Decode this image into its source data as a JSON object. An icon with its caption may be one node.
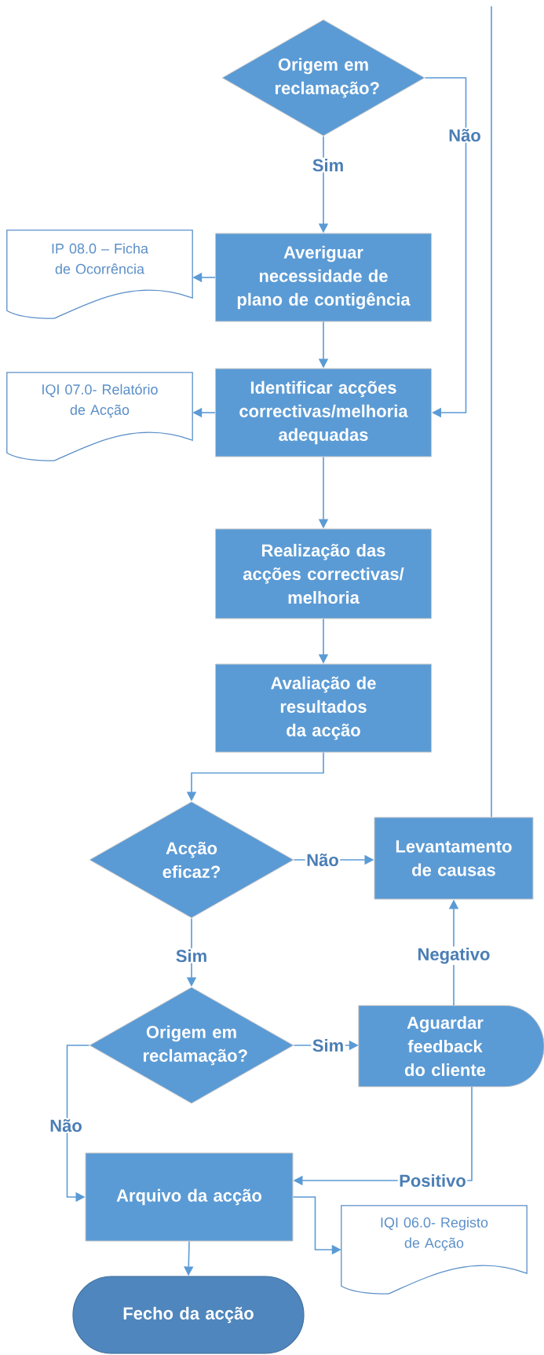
{
  "diagram": {
    "nodes": [
      {
        "text": [
          "Origem em reclamação?"
        ]
      },
      {
        "text": [
          "Averiguar necessidade de plano de contigência"
        ]
      },
      {
        "text": [
          "IP 08.0 – Ficha de Ocorrência"
        ]
      },
      {
        "text": [
          "Identificar acções correctivas/melhoria adequadas"
        ]
      },
      {
        "text": [
          "IQI 07.0- Relatório de Acção"
        ]
      },
      {
        "text": [
          "Realização das acções correctivas/ melhoria"
        ]
      },
      {
        "text": [
          "Avaliação de resultados da acção"
        ]
      },
      {
        "text": [
          "Acção eficaz?"
        ]
      },
      {
        "text": [
          "Levantamento de causas"
        ]
      },
      {
        "text": [
          "Origem em reclamação?"
        ]
      },
      {
        "text": [
          "Aguardar feedback do cliente"
        ]
      },
      {
        "text": [
          "Arquivo da acção"
        ]
      },
      {
        "text": [
          "IQI 06.0- Registo de Acção"
        ]
      },
      {
        "text": [
          "Fecho da acção"
        ]
      }
    ],
    "edges": [
      {
        "from": 8,
        "to": null,
        "arrow": "none"
      },
      {
        "from": 0,
        "to": 1,
        "arrow": "to",
        "label": "Sim"
      },
      {
        "from": 0,
        "to": 3,
        "arrow": "to",
        "label": "Não"
      },
      {
        "from": 1,
        "to": 2,
        "arrow": "to"
      },
      {
        "from": 1,
        "to": 3,
        "arrow": "to"
      },
      {
        "from": 3,
        "to": 4,
        "arrow": "to"
      },
      {
        "from": 3,
        "to": 5,
        "arrow": "to"
      },
      {
        "from": 5,
        "to": 6,
        "arrow": "to"
      },
      {
        "from": 6,
        "to": 7,
        "arrow": "to"
      },
      {
        "from": 7,
        "to": 8,
        "arrow": "to",
        "label": "Não"
      },
      {
        "from": 7,
        "to": 9,
        "arrow": "to",
        "label": "Sim"
      },
      {
        "from": 9,
        "to": 10,
        "arrow": "to",
        "label": "Sim"
      },
      {
        "from": 9,
        "to": 11,
        "arrow": "to",
        "label": "Não"
      },
      {
        "from": 10,
        "to": 8,
        "arrow": "to",
        "label": "Negativo"
      },
      {
        "from": 10,
        "to": 11,
        "arrow": "to",
        "label": "Positivo"
      },
      {
        "from": 11,
        "to": 12,
        "arrow": "to"
      },
      {
        "from": 11,
        "to": 13,
        "arrow": "to"
      }
    ]
  }
}
